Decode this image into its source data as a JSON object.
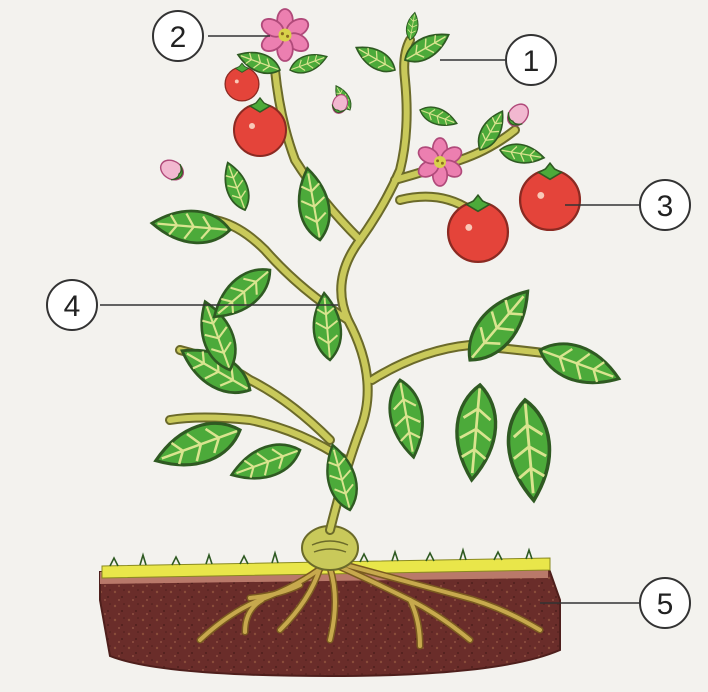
{
  "colors": {
    "page": "#f3f2ee",
    "stem": "#c9c95a",
    "stem_outline": "#6b6a2a",
    "leaf": "#4caa3a",
    "leaf_vein": "#d9e48f",
    "leaf_outline": "#2f5a22",
    "tomato": "#e4443a",
    "tomato_highlight": "#f9c9b8",
    "flower": "#ec7fb0",
    "flower_center": "#d8d24a",
    "bud": "#f2b8d0",
    "soil": "#6a2d2a",
    "soil_speckle": "#8a4d3a",
    "grass": "#e9e64a",
    "root": "#c7a94d",
    "callout_line": "#333333"
  },
  "callouts": [
    {
      "id": "1",
      "label": "1",
      "part": "stem-tip-leaves"
    },
    {
      "id": "2",
      "label": "2",
      "part": "flower"
    },
    {
      "id": "3",
      "label": "3",
      "part": "fruit"
    },
    {
      "id": "4",
      "label": "4",
      "part": "stem"
    },
    {
      "id": "5",
      "label": "5",
      "part": "root"
    }
  ]
}
